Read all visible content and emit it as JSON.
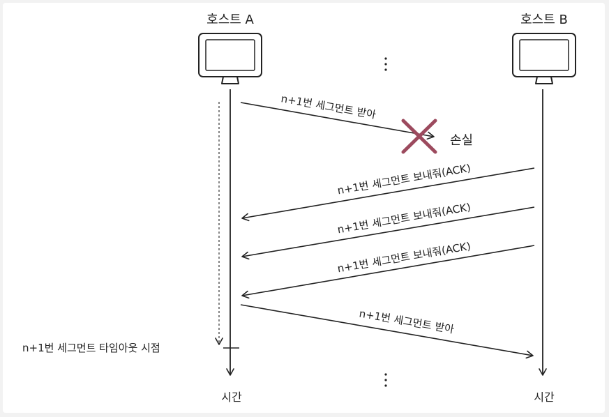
{
  "hosts": {
    "a": {
      "label": "호스트 A"
    },
    "b": {
      "label": "호스트 B"
    }
  },
  "messages": {
    "send1": "n+1번 세그먼트 받아",
    "ack1": "n+1번 세그먼트 보내줘(ACK)",
    "ack2": "n+1번 세그먼트 보내줘(ACK)",
    "ack3": "n+1번 세그먼트 보내줘(ACK)",
    "send2": "n+1번 세그먼트 받아"
  },
  "loss_label": "손실",
  "timeout_label": "n+1번 세그먼트 타임아웃 시점",
  "time_labels": {
    "a": "시간",
    "b": "시간"
  },
  "colors": {
    "loss_mark": "#9c4a5e",
    "line": "#222222"
  },
  "icons": {
    "host_a": "monitor-icon",
    "host_b": "monitor-icon",
    "loss": "x-mark-icon"
  }
}
